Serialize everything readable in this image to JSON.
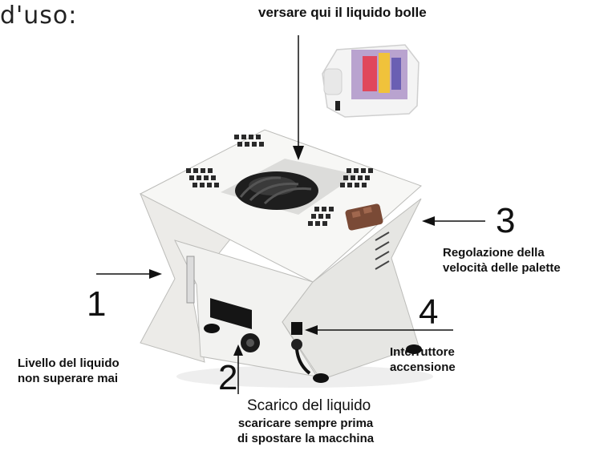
{
  "heading": "d'uso:",
  "top_callout": "versare qui il liquido bolle",
  "callouts": {
    "c1": {
      "number": "1",
      "text_lines": [
        "Livello del liquido",
        "non superare mai"
      ]
    },
    "c2": {
      "number": "2",
      "title": "Scarico del liquido",
      "text_lines": [
        "scaricare sempre prima",
        "di spostare la macchina"
      ]
    },
    "c3": {
      "number": "3",
      "text_lines": [
        "Regolazione della",
        "velocità delle palette"
      ]
    },
    "c4": {
      "number": "4",
      "text_lines": [
        "Interruttore",
        "accensione"
      ]
    }
  },
  "colors": {
    "machine_body": "#f1f1ef",
    "machine_shadow": "#d9d9d6",
    "grille": "#2a2a2a",
    "remote": "#7a4a36",
    "jug_label": "#c9b7d8"
  }
}
